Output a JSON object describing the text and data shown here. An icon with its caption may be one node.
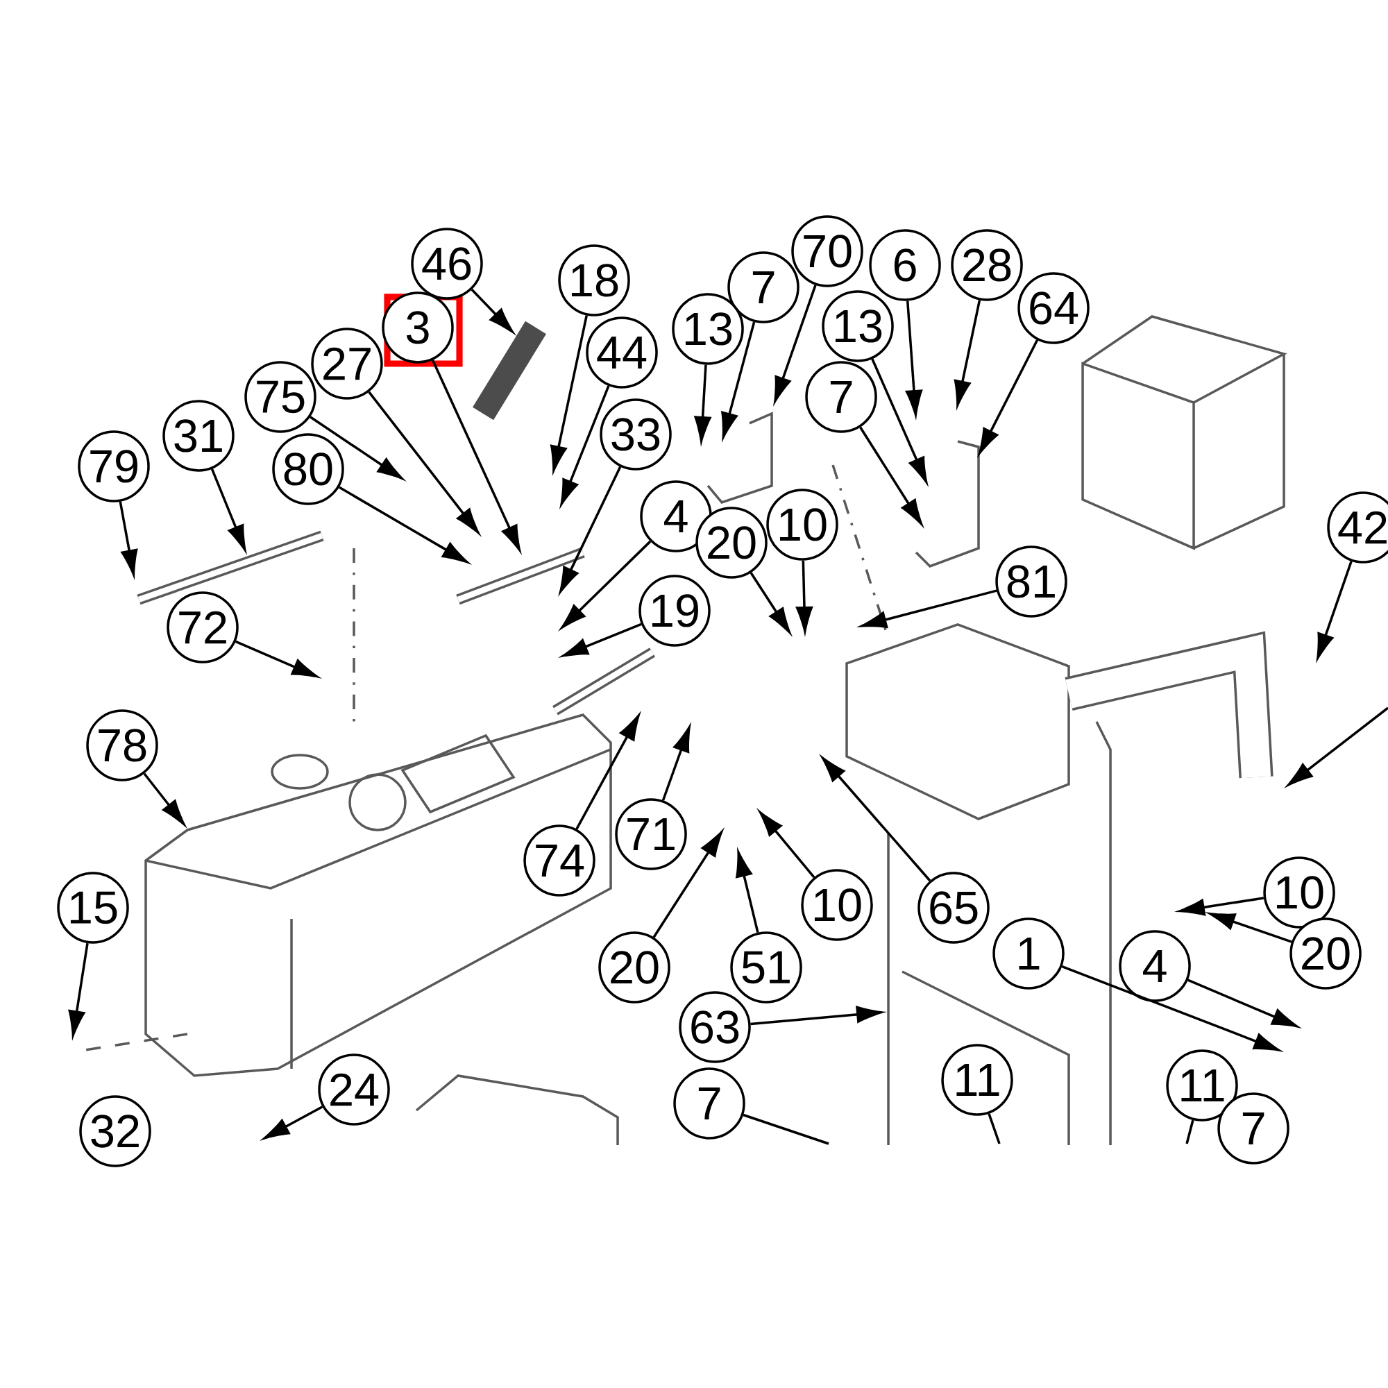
{
  "diagram": {
    "nodes": [
      {
        "text": [
          "70"
        ]
      },
      {
        "text": [
          "46"
        ]
      },
      {
        "text": [
          "6"
        ]
      },
      {
        "text": [
          "28"
        ]
      },
      {
        "text": [
          "18"
        ]
      },
      {
        "text": [
          "7"
        ]
      },
      {
        "text": [
          "64"
        ]
      },
      {
        "text": [
          "3"
        ]
      },
      {
        "text": [
          "13"
        ]
      },
      {
        "text": [
          "13"
        ]
      },
      {
        "text": [
          "44"
        ]
      },
      {
        "text": [
          "27"
        ]
      },
      {
        "text": [
          "7"
        ]
      },
      {
        "text": [
          "75"
        ]
      },
      {
        "text": [
          "33"
        ]
      },
      {
        "text": [
          "31"
        ]
      },
      {
        "text": [
          "79"
        ]
      },
      {
        "text": [
          "80"
        ]
      },
      {
        "text": [
          "4"
        ]
      },
      {
        "text": [
          "42"
        ]
      },
      {
        "text": [
          "10"
        ]
      },
      {
        "text": [
          "20"
        ]
      },
      {
        "text": [
          "81"
        ]
      },
      {
        "text": [
          "19"
        ]
      },
      {
        "text": [
          "72"
        ]
      },
      {
        "text": [
          "78"
        ]
      },
      {
        "text": [
          "71"
        ]
      },
      {
        "text": [
          "74"
        ]
      },
      {
        "text": [
          "10"
        ]
      },
      {
        "text": [
          "10"
        ]
      },
      {
        "text": [
          "65"
        ]
      },
      {
        "text": [
          "15"
        ]
      },
      {
        "text": [
          "1"
        ]
      },
      {
        "text": [
          "20"
        ]
      },
      {
        "text": [
          "20"
        ]
      },
      {
        "text": [
          "51"
        ]
      },
      {
        "text": [
          "4"
        ]
      },
      {
        "text": [
          "63"
        ]
      },
      {
        "text": [
          "11"
        ]
      },
      {
        "text": [
          "11"
        ]
      },
      {
        "text": [
          "24"
        ]
      },
      {
        "text": [
          "7"
        ]
      },
      {
        "text": [
          "7"
        ]
      },
      {
        "text": [
          "32"
        ]
      }
    ],
    "edges": [
      {
        "from": 0,
        "to": null,
        "arrow": "to"
      },
      {
        "from": 1,
        "to": null,
        "arrow": "to"
      },
      {
        "from": 2,
        "to": null,
        "arrow": "to"
      },
      {
        "from": 3,
        "to": null,
        "arrow": "to"
      },
      {
        "from": 4,
        "to": null,
        "arrow": "to"
      },
      {
        "from": 5,
        "to": null,
        "arrow": "to"
      },
      {
        "from": 6,
        "to": null,
        "arrow": "to"
      },
      {
        "from": 7,
        "to": null,
        "arrow": "to"
      },
      {
        "from": 8,
        "to": null,
        "arrow": "to"
      },
      {
        "from": 9,
        "to": null,
        "arrow": "to"
      },
      {
        "from": 10,
        "to": null,
        "arrow": "to"
      },
      {
        "from": 11,
        "to": null,
        "arrow": "to"
      },
      {
        "from": 12,
        "to": null,
        "arrow": "to"
      },
      {
        "from": 13,
        "to": null,
        "arrow": "to"
      },
      {
        "from": 14,
        "to": null,
        "arrow": "to"
      },
      {
        "from": 15,
        "to": null,
        "arrow": "to"
      },
      {
        "from": 16,
        "to": null,
        "arrow": "to"
      },
      {
        "from": 17,
        "to": null,
        "arrow": "to"
      },
      {
        "from": 18,
        "to": null,
        "arrow": "to"
      },
      {
        "from": 19,
        "to": null,
        "arrow": "to"
      },
      {
        "from": 20,
        "to": null,
        "arrow": "to"
      },
      {
        "from": 21,
        "to": null,
        "arrow": "to"
      },
      {
        "from": 22,
        "to": null,
        "arrow": "to"
      },
      {
        "from": 23,
        "to": null,
        "arrow": "to"
      },
      {
        "from": 24,
        "to": null,
        "arrow": "to"
      },
      {
        "from": 25,
        "to": null,
        "arrow": "to"
      },
      {
        "from": 26,
        "to": null,
        "arrow": "to"
      },
      {
        "from": 27,
        "to": null,
        "arrow": "to"
      },
      {
        "from": 28,
        "to": null,
        "arrow": "to"
      },
      {
        "from": 29,
        "to": null,
        "arrow": "to"
      },
      {
        "from": 30,
        "to": null,
        "arrow": "to"
      },
      {
        "from": 31,
        "to": null,
        "arrow": "to"
      },
      {
        "from": 32,
        "to": null,
        "arrow": "to"
      },
      {
        "from": 33,
        "to": null,
        "arrow": "to"
      },
      {
        "from": 34,
        "to": null,
        "arrow": "to"
      },
      {
        "from": 35,
        "to": null,
        "arrow": "to"
      },
      {
        "from": 36,
        "to": null,
        "arrow": "to"
      },
      {
        "from": 37,
        "to": null,
        "arrow": "to"
      },
      {
        "from": 38,
        "to": null,
        "arrow": "none"
      },
      {
        "from": 39,
        "to": null,
        "arrow": "none"
      },
      {
        "from": 40,
        "to": null,
        "arrow": "to"
      },
      {
        "from": 41,
        "to": null,
        "arrow": "none"
      }
    ]
  }
}
